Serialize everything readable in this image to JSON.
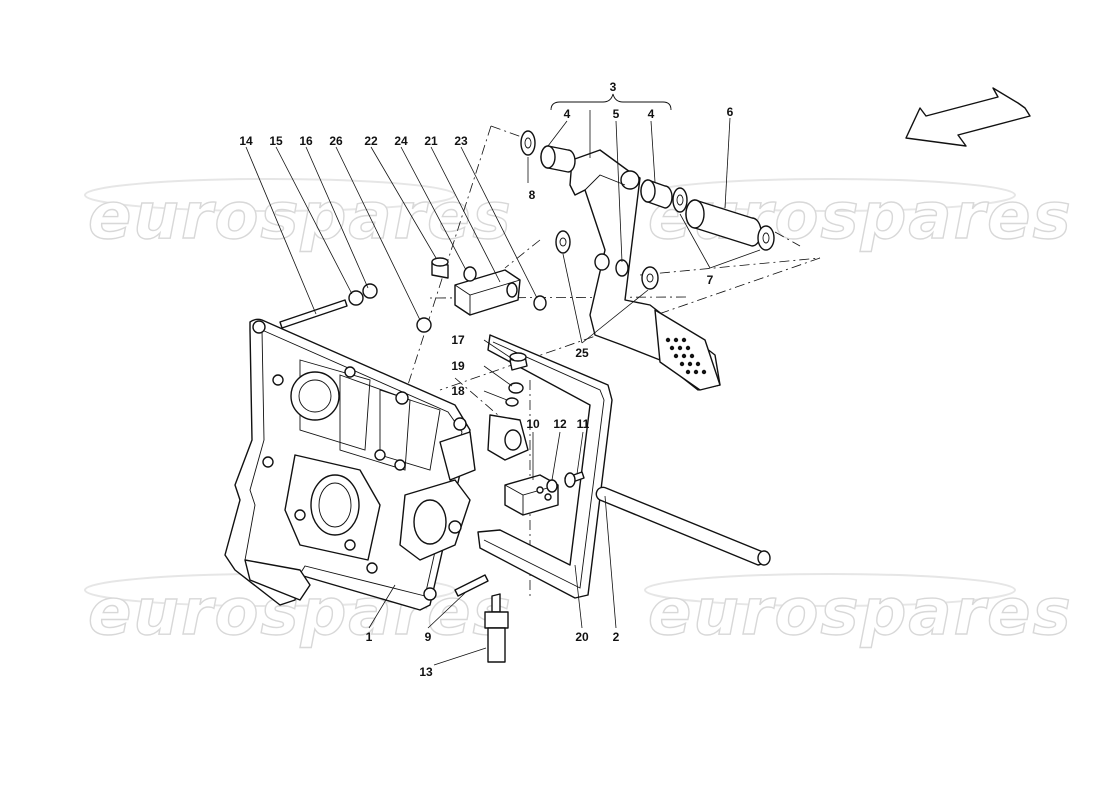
{
  "watermark": {
    "text": "eurospares",
    "color": "#d8d8d8"
  },
  "labels": {
    "l1": "1",
    "l2": "2",
    "l3": "3",
    "l4a": "4",
    "l4b": "4",
    "l5": "5",
    "l6": "6",
    "l7": "7",
    "l8": "8",
    "l9": "9",
    "l10": "10",
    "l11": "11",
    "l12": "12",
    "l13": "13",
    "l14": "14",
    "l15": "15",
    "l16": "16",
    "l17": "17",
    "l18": "18",
    "l19": "19",
    "l20": "20",
    "l21": "21",
    "l22": "22",
    "l23": "23",
    "l24": "24",
    "l25": "25",
    "l26": "26"
  },
  "icons": {
    "direction": "arrow-icon"
  }
}
